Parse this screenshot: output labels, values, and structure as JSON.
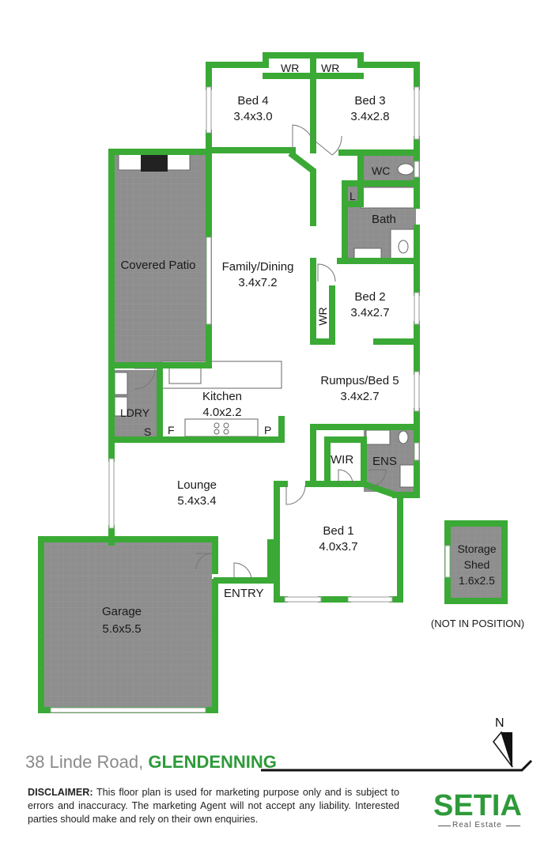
{
  "rooms": {
    "wr_left": "WR",
    "wr_right": "WR",
    "bed4_name": "Bed 4",
    "bed4_size": "3.4x3.0",
    "bed3_name": "Bed 3",
    "bed3_size": "3.4x2.8",
    "wc": "WC",
    "linen": "L",
    "bath": "Bath",
    "patio": "Covered Patio",
    "family_name": "Family/Dining",
    "family_size": "3.4x7.2",
    "bed2_name": "Bed 2",
    "bed2_size": "3.4x2.7",
    "bed2_wr": "WR",
    "rumpus_name": "Rumpus/Bed 5",
    "rumpus_size": "3.4x2.7",
    "kitchen_name": "Kitchen",
    "kitchen_size": "4.0x2.2",
    "ldry": "LDRY",
    "ldry_s": "S",
    "kitchen_f": "F",
    "kitchen_p": "P",
    "wir": "WIR",
    "ens": "ENS",
    "lounge_name": "Lounge",
    "lounge_size": "5.4x3.4",
    "bed1_name": "Bed 1",
    "bed1_size": "4.0x3.7",
    "entry": "ENTRY",
    "garage_name": "Garage",
    "garage_size": "5.6x5.5",
    "shed_name_1": "Storage",
    "shed_name_2": "Shed",
    "shed_size": "1.6x2.5",
    "shed_note": "(NOT IN POSITION)"
  },
  "compass": {
    "label": "N"
  },
  "address": {
    "street": "38 Linde Road, ",
    "suburb": "GLENDENNING"
  },
  "disclaimer": {
    "heading": "DISCLAIMER:",
    "body": " This floor plan is used for marketing purpose only and is subject to errors and inaccuracy. The marketing Agent will not accept any liability. Interested parties should make and rely on their own enquiries."
  },
  "logo": {
    "word": "SETIA",
    "sub": "Real Estate"
  },
  "colors": {
    "wall": "#3aa935",
    "tile": "#8e8e8e",
    "text": "#1a1a1a",
    "brand": "#2e9a3a"
  }
}
